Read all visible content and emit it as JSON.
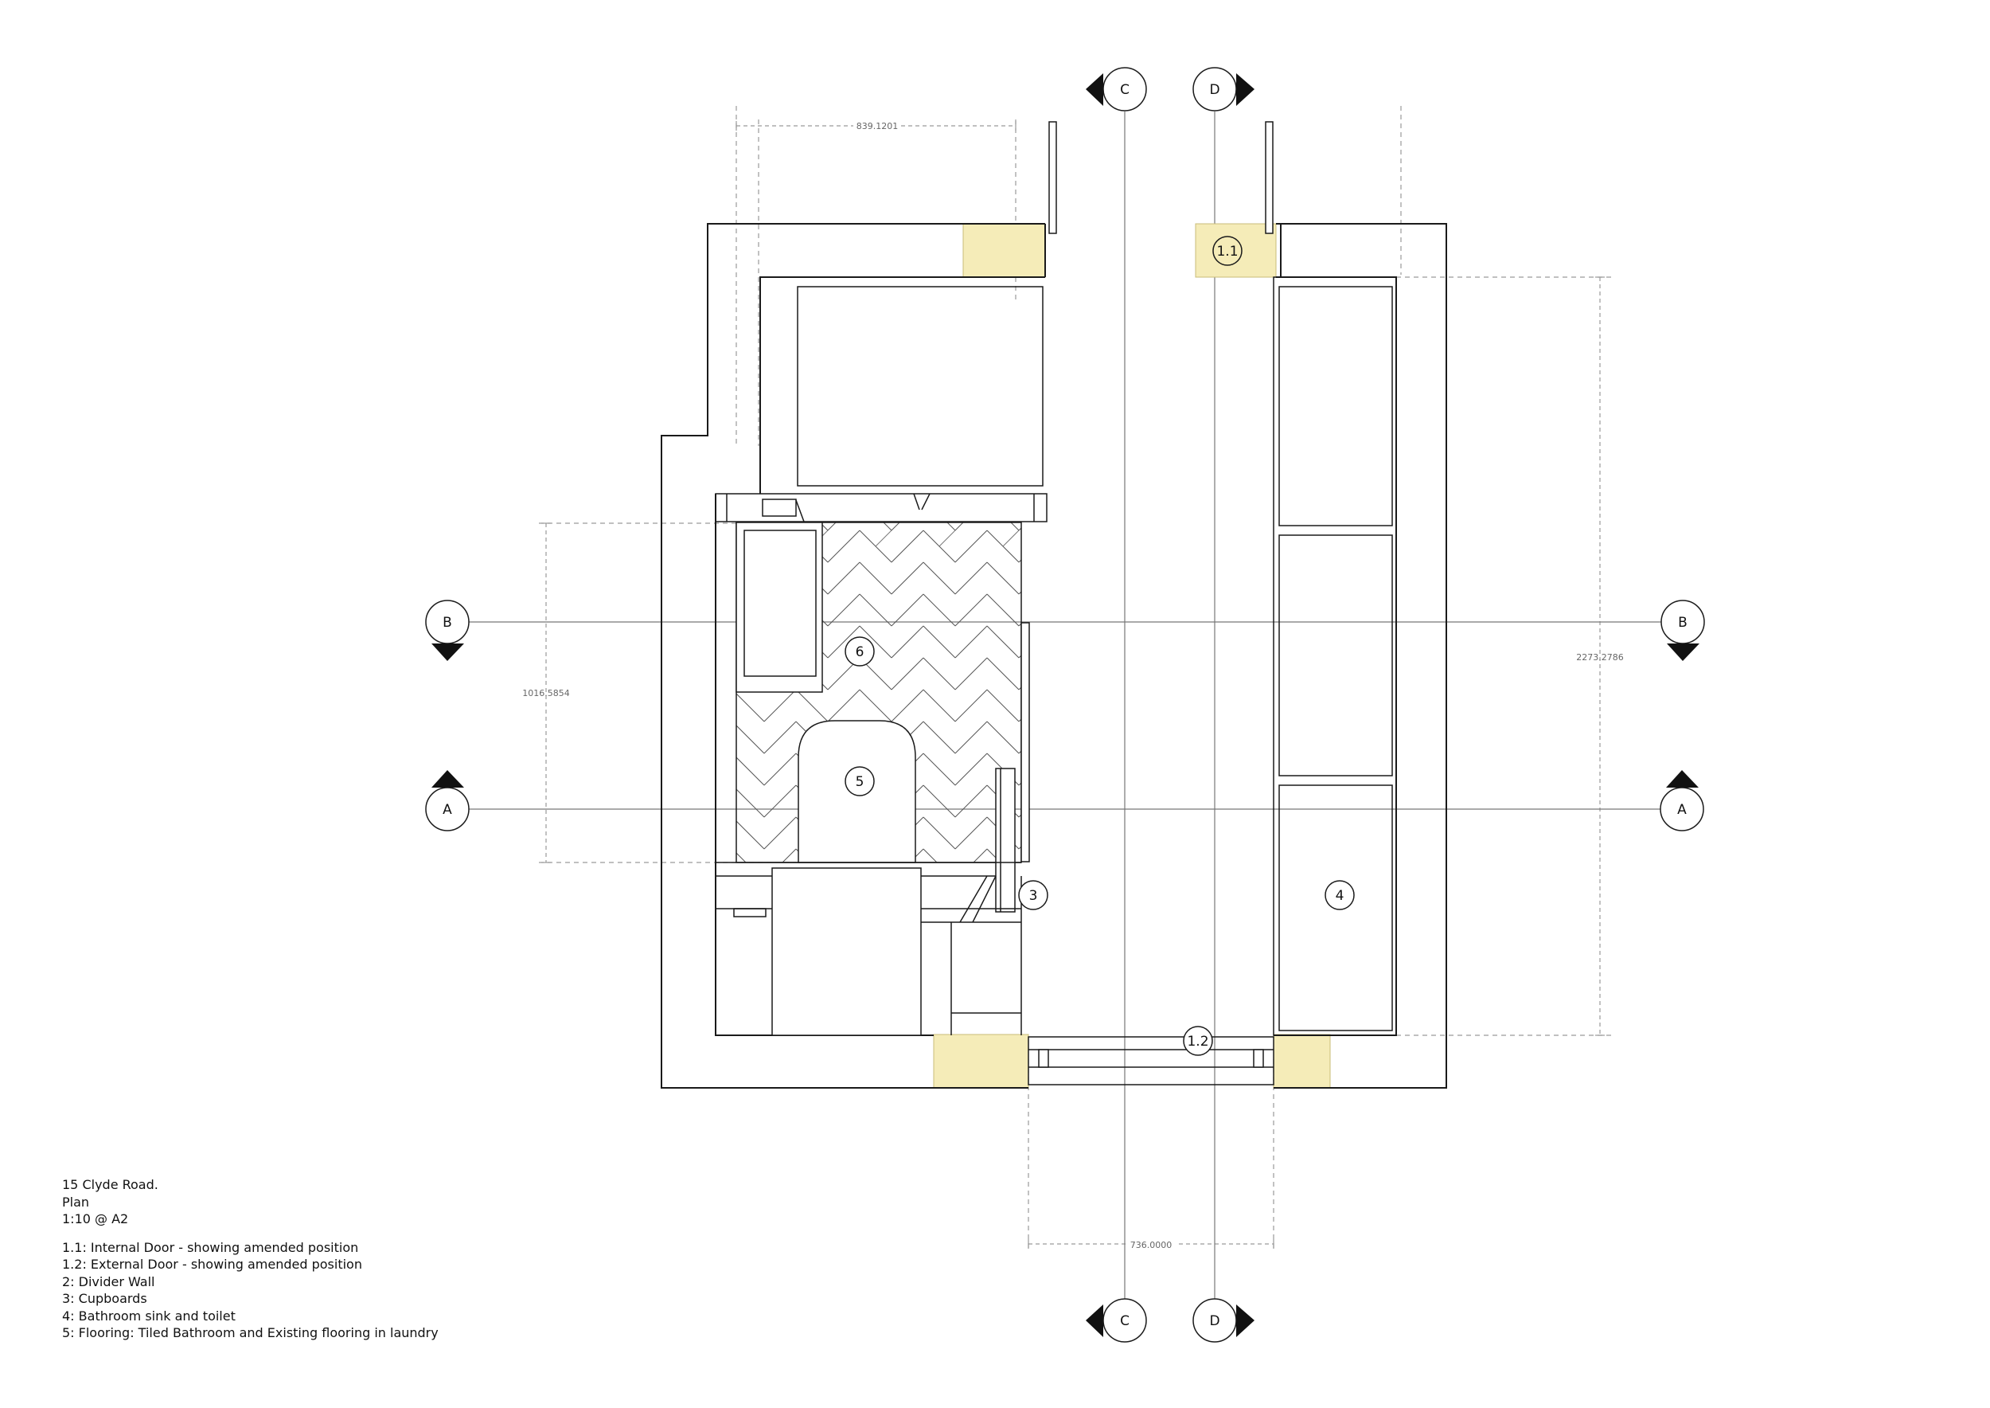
{
  "title_block": {
    "project": "15 Clyde Road.",
    "sheet": "Plan",
    "scale": "1:10 @ A2"
  },
  "legend": [
    "1.1: Internal Door - showing amended position",
    "1.2: External Door - showing amended position",
    "2: Divider Wall",
    "3: Cupboards",
    "4: Bathroom sink and toilet",
    "5: Flooring: Tiled Bathroom and Existing flooring in laundry"
  ],
  "dimensions": {
    "top_width": "839.1201",
    "bottom_width": "736.0000",
    "left_height": "1016.5854",
    "right_height": "2273.2786"
  },
  "section_markers": {
    "a": "A",
    "b": "B",
    "c": "C",
    "d": "D"
  },
  "tags": {
    "internal_door": "1.1",
    "external_door": "1.2",
    "cupboards": "3",
    "bathroom_fixtures": "4",
    "flooring": "5",
    "tiled_area": "6"
  },
  "colors": {
    "door_highlight": "#f5ecb8",
    "line": "#1a1a1a",
    "guide": "#9a9a9a"
  }
}
